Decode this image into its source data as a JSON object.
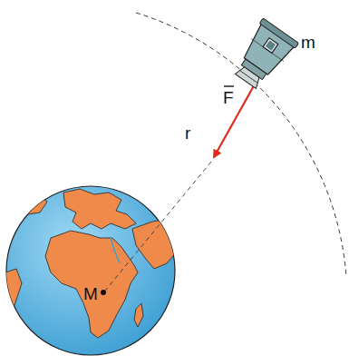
{
  "diagram": {
    "labels": [
      "m",
      "F",
      "r",
      "M"
    ]
  }
}
